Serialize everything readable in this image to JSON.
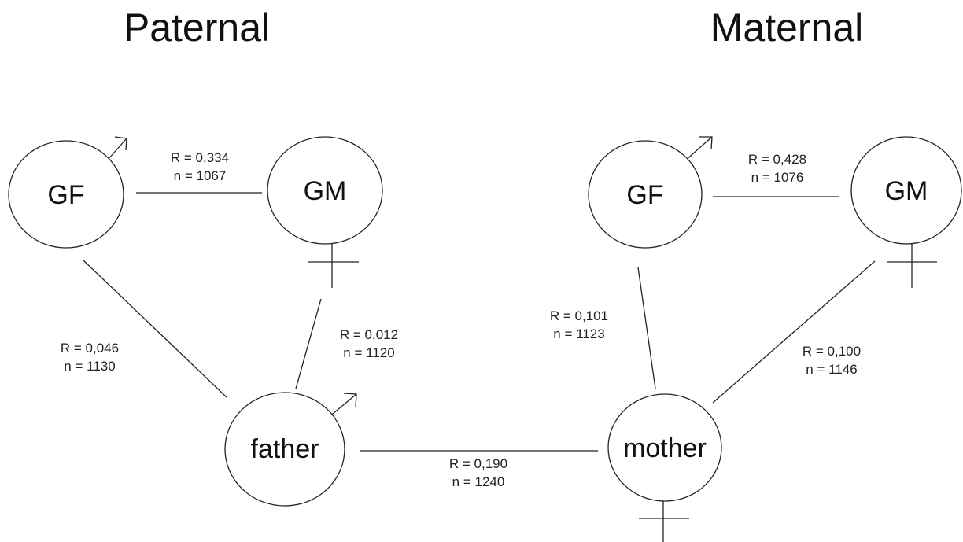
{
  "headings": {
    "paternal": "Paternal",
    "maternal": "Maternal"
  },
  "nodes": {
    "pat_gf": {
      "label": "GF",
      "sex": "male-symbol-icon"
    },
    "pat_gm": {
      "label": "GM",
      "sex": "female-symbol-icon"
    },
    "father": {
      "label": "father",
      "sex": "male-symbol-icon"
    },
    "mother": {
      "label": "mother",
      "sex": "female-symbol-icon"
    },
    "mat_gf": {
      "label": "GF",
      "sex": "male-symbol-icon"
    },
    "mat_gm": {
      "label": "GM",
      "sex": "female-symbol-icon"
    }
  },
  "edges": {
    "pat_gf_gm": {
      "r": "R = 0,334",
      "n": "n = 1067"
    },
    "pat_gf_father": {
      "r": "R = 0,046",
      "n": "n = 1130"
    },
    "pat_gm_father": {
      "r": "R = 0,012",
      "n": "n = 1120"
    },
    "father_mother": {
      "r": "R = 0,190",
      "n": "n = 1240"
    },
    "mat_gf_mother": {
      "r": "R = 0,101",
      "n": "n = 1123"
    },
    "mat_gm_mother": {
      "r": "R = 0,100",
      "n": "n = 1146"
    },
    "mat_gf_gm": {
      "r": "R = 0,428",
      "n": "n = 1076"
    }
  }
}
